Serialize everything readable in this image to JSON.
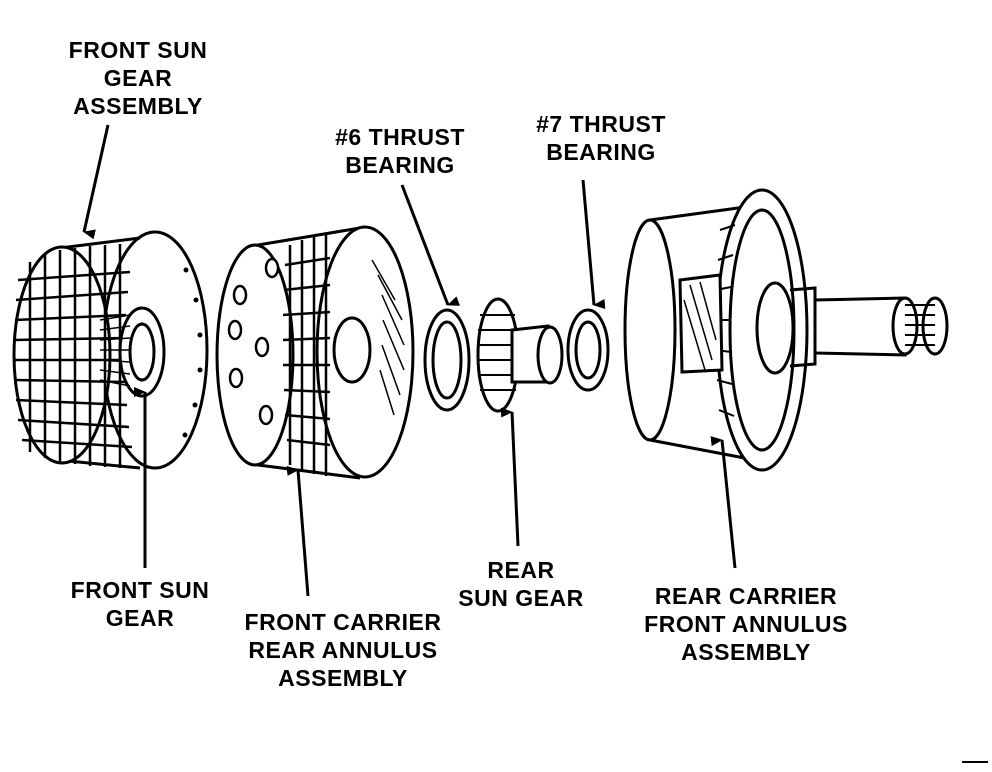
{
  "labels": {
    "front_sun_gear_assembly": [
      "FRONT SUN",
      "GEAR",
      "ASSEMBLY"
    ],
    "thrust_bearing_6": [
      "#6 THRUST",
      "BEARING"
    ],
    "thrust_bearing_7": [
      "#7 THRUST",
      "BEARING"
    ],
    "front_sun_gear": [
      "FRONT SUN",
      "GEAR"
    ],
    "front_carrier_rear_annulus": [
      "FRONT CARRIER",
      "REAR ANNULUS",
      "ASSEMBLY"
    ],
    "rear_sun_gear": [
      "REAR",
      "SUN GEAR"
    ],
    "rear_carrier_front_annulus": [
      "REAR CARRIER",
      "FRONT ANNULUS",
      "ASSEMBLY"
    ]
  },
  "colors": {
    "ink": "#000000",
    "paper": "#ffffff"
  }
}
